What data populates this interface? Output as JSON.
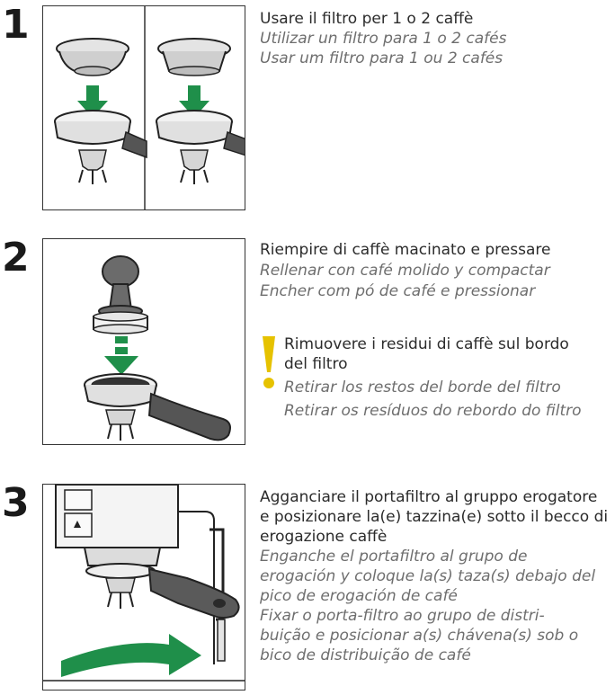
{
  "colors": {
    "arrow": "#1f8f4a",
    "text": "#2b2b2b",
    "italic": "#6e6e6e",
    "warning": "#e6c200"
  },
  "steps": [
    {
      "number": "1",
      "lines": [
        "Usare il filtro per 1 o 2 caffè",
        "Utilizar un filtro para 1 o 2 cafés",
        "Usar um filtro para 1 ou 2 cafés"
      ]
    },
    {
      "number": "2",
      "lines": [
        "Riempire di caffè macinato e pressare",
        "Rellenar con café molido y compactar",
        "Encher com pó de café e pressionar"
      ],
      "warning": {
        "icon": "exclamation-icon",
        "line1": "Rimuovere i residui di caffè sul bordo",
        "line2": "del filtro",
        "line3": "Retirar los restos del borde del filtro",
        "line4": "Retirar os resíduos do rebordo do filtro"
      }
    },
    {
      "number": "3",
      "it_lines": [
        "Agganciare il portafiltro al gruppo erogatore",
        "e posizionare la(e) tazzina(e) sotto il becco di",
        "erogazione caffè"
      ],
      "es_lines": [
        "Enganche el portafiltro al grupo de",
        "erogación y coloque la(s) taza(s) debajo del",
        "pico de erogación de café"
      ],
      "pt_lines": [
        "Fixar o porta-filtro ao grupo de distri-",
        "buição e posicionar a(s) chávena(s) sob o",
        "bico de distribuição de café"
      ]
    }
  ]
}
